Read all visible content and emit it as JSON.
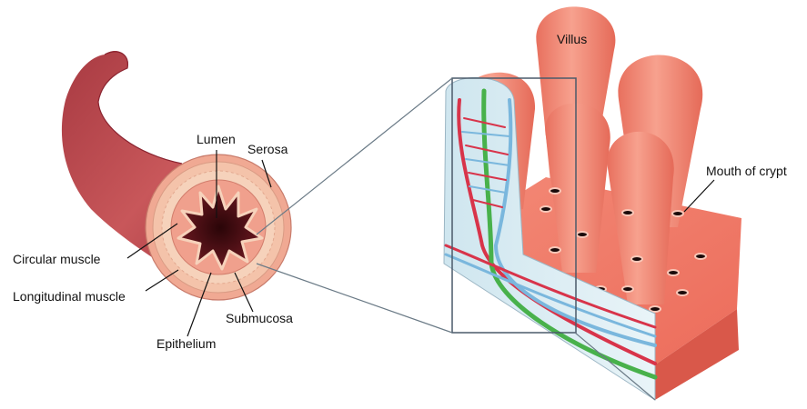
{
  "labels": {
    "lumen": "Lumen",
    "serosa": "Serosa",
    "circular_muscle": "Circular muscle",
    "longitudinal_muscle": "Longitudinal muscle",
    "submucosa": "Submucosa",
    "epithelium": "Epithelium",
    "villus": "Villus",
    "mouth_of_crypt": "Mouth of crypt"
  },
  "colors": {
    "intestine_tube": "#b8434b",
    "cross_section_outer": "#f4b9a4",
    "submucosa_ring": "#f3c7ae",
    "lumen": "#4a0e16",
    "villus": "#f07c6a",
    "tissue_block": "#ee6b5b",
    "artery": "#d8344a",
    "vein": "#7ab7dd",
    "lacteal": "#48b14b",
    "magnifier": "#4a5a6a"
  }
}
